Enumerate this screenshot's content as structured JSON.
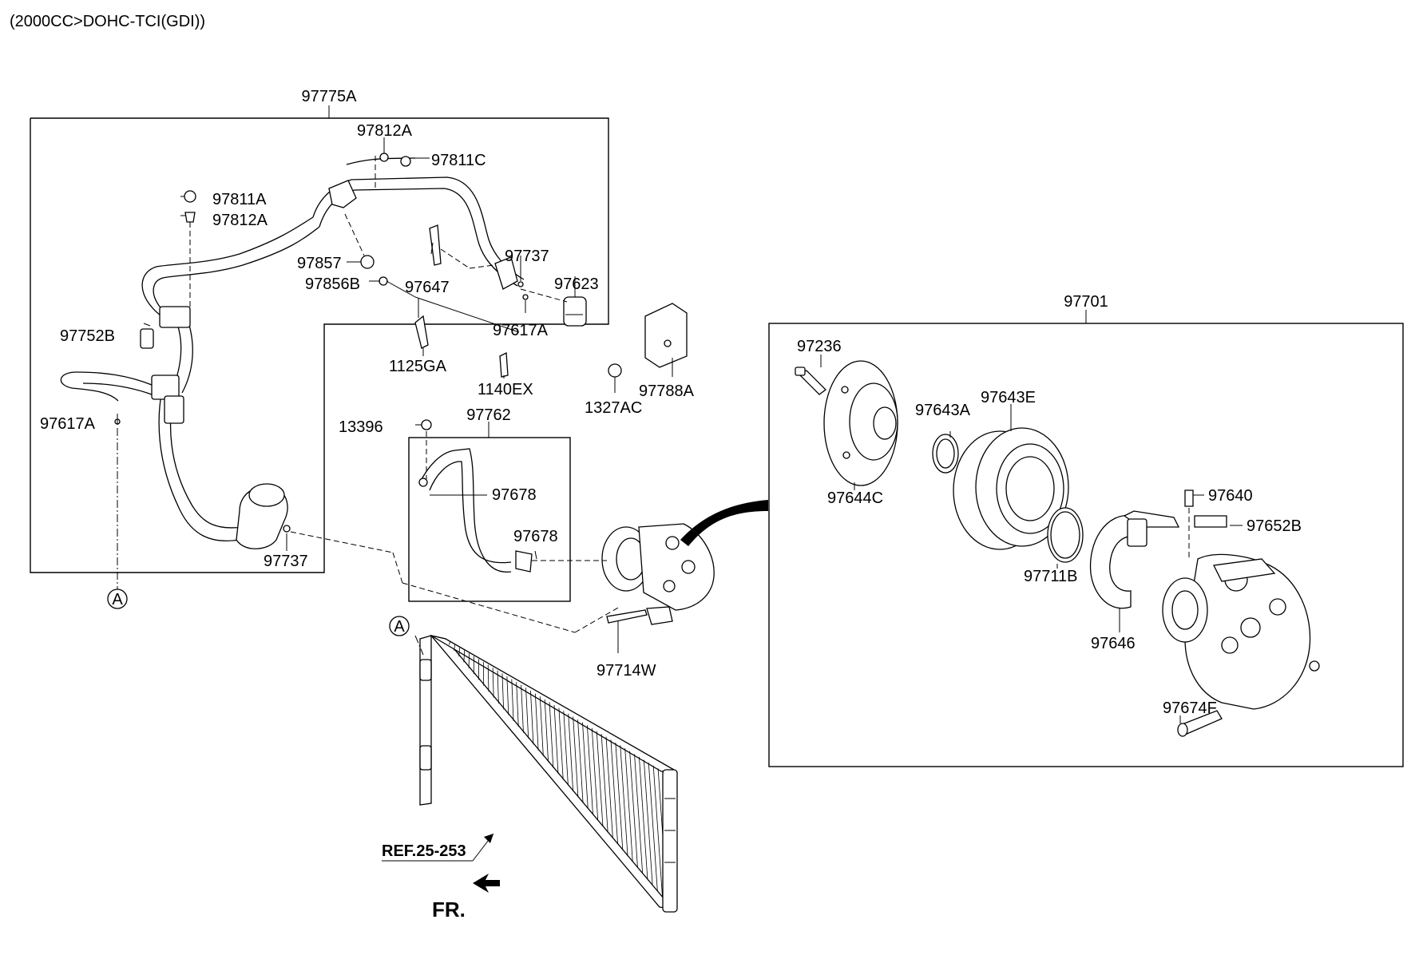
{
  "title": "(2000CC>DOHC-TCI(GDI))",
  "callouts": {
    "97775A": "97775A",
    "97812A_top": "97812A",
    "97811C": "97811C",
    "97811A": "97811A",
    "97812A_left": "97812A",
    "97857": "97857",
    "97856B": "97856B",
    "97647": "97647",
    "97737_top": "97737",
    "97623": "97623",
    "97617A_right": "97617A",
    "97752B": "97752B",
    "97617A_left": "97617A",
    "1125GA": "1125GA",
    "1140EX": "1140EX",
    "1327AC": "1327AC",
    "97788A": "97788A",
    "13396": "13396",
    "97762": "97762",
    "97678_top": "97678",
    "97678_bottom": "97678",
    "97737_bottom": "97737",
    "97714W": "97714W",
    "97701": "97701",
    "97236": "97236",
    "97644C": "97644C",
    "97643A": "97643A",
    "97643E": "97643E",
    "97640": "97640",
    "97652B": "97652B",
    "97711B": "97711B",
    "97646": "97646",
    "97674F": "97674F"
  },
  "connectors": {
    "a_left": "A",
    "a_center": "A"
  },
  "reference": "REF.25-253",
  "front": "FR."
}
